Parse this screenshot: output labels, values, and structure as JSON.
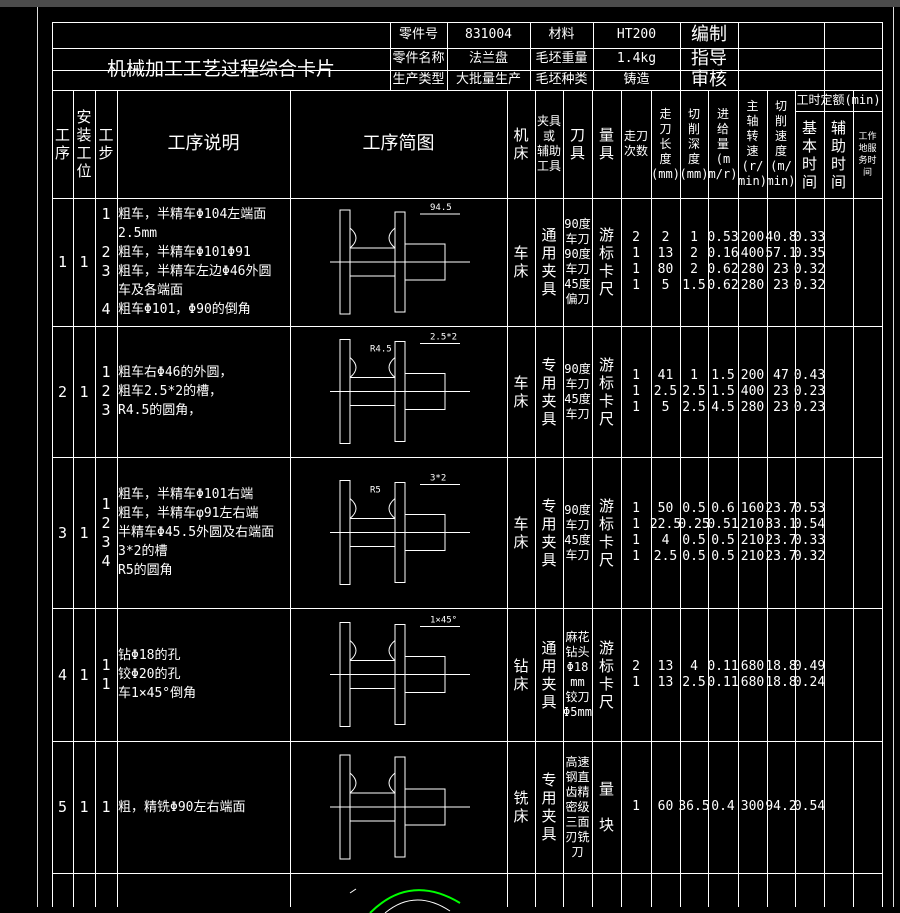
{
  "card": {
    "title": "机械加工工艺过程综合卡片",
    "part_no_label": "零件号",
    "part_no": "831004",
    "material_label": "材料",
    "material": "HT200",
    "compile_label": "编制",
    "part_name_label": "零件名称",
    "part_name": "法兰盘",
    "blank_weight_label": "毛坯重量",
    "blank_weight": "1.4kg",
    "guide_label": "指导",
    "production_type_label": "生产类型",
    "production_type": "大批量生产",
    "blank_type_label": "毛坯种类",
    "blank_type": "铸造",
    "review_label": "审核"
  },
  "headers": {
    "op": "工\n序",
    "setup": "安\n装\n工\n位",
    "step": "工\n步",
    "desc": "工序说明",
    "sketch": "工序简图",
    "machine": "机\n床",
    "fixture": "夹具\n或\n辅助\n工具",
    "tool": "刀\n具",
    "gauge": "量\n具",
    "passes": "走刀\n次数",
    "length": "走\n刀\n长\n度\n(mm)",
    "depth": "切\n削\n深\n度\n(mm)",
    "feed": "进\n给\n量\n(m\nm/r)",
    "spindle": "主\n轴\n转\n速\n(r/\nmin)",
    "cut_speed": "切\n削\n速\n度\n(m/\nmin)",
    "time_quota": "工时定额(min)",
    "base_time": "基\n本\n时\n间",
    "aux_time": "辅\n助\n时\n间",
    "service_time": "工作\n地服\n务时\n间"
  },
  "rows": [
    {
      "op": "1",
      "setup": "1",
      "steps": "1\n\n2\n3\n\n4",
      "desc": "粗车，半精车Φ104左端面\n2.5mm\n粗车，半精车Φ101Φ91\n粗车，半精车左边Φ46外圆\n车及各端面\n粗车Φ101，Φ90的倒角",
      "machine": "车\n床",
      "fixture": "通\n用\n夹\n具",
      "tool": "90度\n车刀\n90度\n车刀\n45度\n偏刀",
      "gauge": "游\n标\n卡\n尺",
      "passes": "2\n1\n1\n1",
      "length": "2\n13\n80\n5",
      "depth": "1\n2\n2\n1.5",
      "feed": "0.53\n0.16\n0.62\n0.62",
      "spindle": "200\n400\n280\n280",
      "cut_speed": "40.8\n57.1\n23\n23",
      "base_time": "0.33\n0.35\n0.32\n0.32",
      "dims": [
        "94.5"
      ]
    },
    {
      "op": "2",
      "setup": "1",
      "steps": "1\n2\n3",
      "desc": "粗车右Φ46的外圆，\n粗车2.5*2的槽，\nR4.5的圆角，",
      "machine": "车\n床",
      "fixture": "专\n用\n夹\n具",
      "tool": "90度\n车刀\n45度\n车刀",
      "gauge": "游\n标\n卡\n尺",
      "passes": "1\n1\n1",
      "length": "41\n2.5\n5",
      "depth": "1\n2.5\n2.5",
      "feed": "1.5\n1.5\n4.5",
      "spindle": "200\n400\n280",
      "cut_speed": "47\n23\n23",
      "base_time": "0.43\n0.23\n0.23",
      "dims": [
        "2.5*2",
        "R4.5"
      ]
    },
    {
      "op": "3",
      "setup": "1",
      "steps": "1\n2\n3\n4",
      "desc": "粗车，半精车Φ101右端\n粗车，半精车φ91左右端\n半精车Φ45.5外圆及右端面\n3*2的槽\nR5的圆角",
      "machine": "车\n床",
      "fixture": "专\n用\n夹\n具",
      "tool": "90度\n车刀\n45度\n车刀",
      "gauge": "游\n标\n卡\n尺",
      "passes": "1\n1\n1\n1",
      "length": "50\n22.5\n4\n2.5",
      "depth": "0.5\n0.25\n0.5\n0.5",
      "feed": "0.6\n0.51\n0.5\n0.5",
      "spindle": "160\n210\n210\n210",
      "cut_speed": "23.7\n33.1\n23.7\n23.7",
      "base_time": "0.53\n0.54\n0.33\n0.32",
      "dims": [
        "3*2",
        "R5"
      ]
    },
    {
      "op": "4",
      "setup": "1",
      "steps": "1\n1",
      "desc": "钻Φ18的孔\n铰Φ20的孔\n车1×45°倒角",
      "machine": "钻\n床",
      "fixture": "通\n用\n夹\n具",
      "tool": "麻花\n钻头\nΦ18\nmm\n铰刀\nΦ5mm",
      "gauge": "游\n标\n卡\n尺",
      "passes": "2\n1",
      "length": "13\n13",
      "depth": "4\n2.5",
      "feed": "0.11\n0.11",
      "spindle": "680\n680",
      "cut_speed": "18.8\n18.8",
      "base_time": "0.49\n0.24",
      "dims": [
        "1×45°"
      ]
    },
    {
      "op": "5",
      "setup": "1",
      "steps": "1",
      "desc": "粗，精铣Φ90左右端面",
      "machine": "铣\n床",
      "fixture": "专\n用\n夹\n具",
      "tool": "高速\n钢直\n齿精\n密级\n三面\n刃铣\n刀",
      "gauge": "量\n\n块",
      "passes": "1",
      "length": "60",
      "depth": "36.5",
      "feed": "0.4",
      "spindle": "300",
      "cut_speed": "94.2",
      "base_time": "0.54",
      "dims": []
    }
  ],
  "colors": {
    "background": "#000000",
    "lines": "#ffffff",
    "highlight": "#00ff00"
  }
}
